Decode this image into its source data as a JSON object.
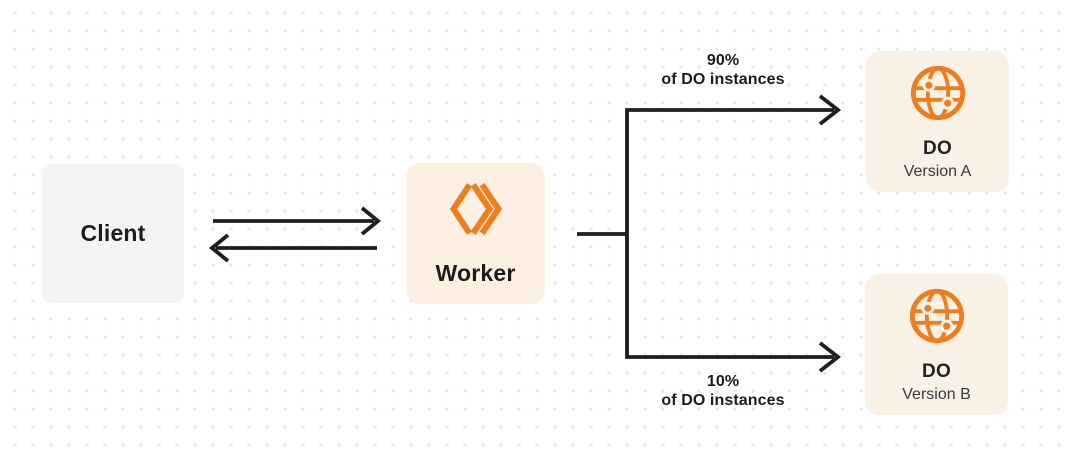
{
  "colors": {
    "accent_orange": "#ef7f1d",
    "arrow_black": "#1e1e1e",
    "client_fill": "#f4f4f6",
    "worker_fill": "#fcf0e2",
    "do_fill": "#f9f1e6",
    "dot_grid": "#e8e8ec"
  },
  "nodes": {
    "client": {
      "label": "Client"
    },
    "worker": {
      "label": "Worker"
    },
    "do_version_a": {
      "title": "DO",
      "subtitle": "Version A"
    },
    "do_version_b": {
      "title": "DO",
      "subtitle": "Version B"
    }
  },
  "branch_labels": {
    "top": {
      "percent": "90%",
      "caption": "of DO instances"
    },
    "bottom": {
      "percent": "10%",
      "caption": "of DO instances"
    }
  },
  "icons": {
    "worker_icon": "cloudflare-workers-logo",
    "do_icon": "globe-with-dots"
  }
}
